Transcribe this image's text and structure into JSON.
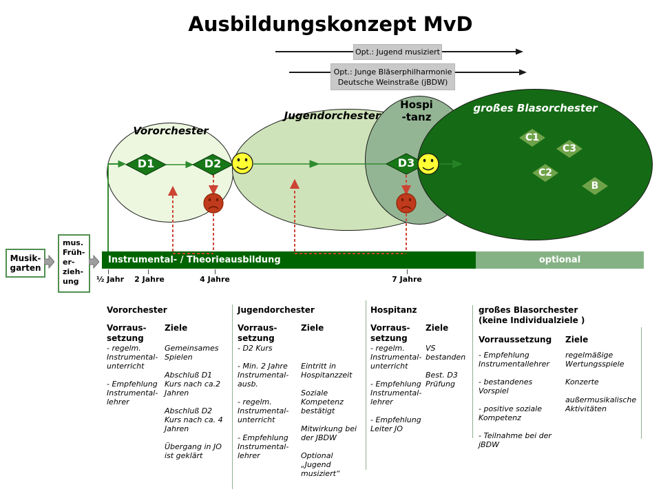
{
  "title": "Ausbildungskonzept MvD",
  "opt_arrows": {
    "jugend_musiziert": "Opt.: Jugend musiziert",
    "jbdw_line1": "Opt.: Junge Bläserphilharmonie",
    "jbdw_line2": "Deutsche Weinstraße (jBDW)"
  },
  "ellipses": {
    "vororchester": "Vororchester",
    "jugendorchester": "Jugendorchester",
    "hospitanz_line1": "Hospi",
    "hospitanz_line2": "-tanz",
    "blasorchester": "großes Blasorchester"
  },
  "milestones": {
    "d1": "D1",
    "d2": "D2",
    "d3": "D3"
  },
  "levels": {
    "c1": "C1",
    "c2": "C2",
    "c3": "C3",
    "b": "B"
  },
  "entry": {
    "musikgarten_line1": "Musik-",
    "musikgarten_line2": "garten",
    "frueherziehung_lines": [
      "mus.",
      "Früh-",
      "er-",
      "zieh-",
      "ung"
    ]
  },
  "timeline": {
    "main_label": "Instrumental- / Theorieausbildung",
    "optional_label": "optional",
    "ticks": [
      "½ Jahr",
      "2 Jahre",
      "4 Jahre",
      "7 Jahre"
    ]
  },
  "colors": {
    "bar_dark_green": "#006400",
    "bar_optional_green": "#85b285",
    "orchestra_dark_green": "#156b15",
    "milestone_diamond_green": "#187818",
    "level_diamond_green": "#6fa34a",
    "smiley_yellow": "#ffff33",
    "sad_face_red": "#c03a1d",
    "dashed_arrow_red": "#cc4433",
    "flow_arrow_green": "#2e8b2e"
  },
  "table": {
    "columns": [
      {
        "title": "Vororchester",
        "subtitle": "",
        "vorr_header": "Vorraus-setzung",
        "ziele_header": "Ziele",
        "vorraussetzung": [
          "- regelm. Instrumental-unterricht",
          "- Empfehlung Instrumental-lehrer"
        ],
        "ziele": [
          "Gemeinsames Spielen",
          "Abschluß D1 Kurs nach ca.2 Jahren",
          "Abschluß D2 Kurs nach ca. 4 Jahren",
          "Übergang in JO ist geklärt"
        ]
      },
      {
        "title": "Jugendorchester",
        "subtitle": "",
        "vorr_header": "Vorraus-setzung",
        "ziele_header": "Ziele",
        "vorraussetzung": [
          "- D2 Kurs",
          "- Min. 2 Jahre Instrumental-ausb.",
          "- regelm. Instrumental-unterricht",
          "- Empfehlung Instrumental-lehrer"
        ],
        "ziele": [
          "Eintritt in Hospitanzzeit",
          "Soziale Kompetenz bestätigt",
          "Mitwirkung bei der JBDW",
          "Optional „Jugend musiziert“"
        ]
      },
      {
        "title": "Hospitanz",
        "subtitle": "",
        "vorr_header": "Vorraus-setzung",
        "ziele_header": "Ziele",
        "vorraussetzung": [
          "- regelm. Instrumental-unterricht",
          "- Empfehlung Instrumental-lehrer",
          "- Empfehlung Leiter JO"
        ],
        "ziele": [
          "VS bestanden",
          "Best. D3 Prüfung"
        ]
      },
      {
        "title": "großes Blasorchester",
        "subtitle": " (keine Individualziele )",
        "vorr_header": "Vorraussetzung",
        "ziele_header": "Ziele",
        "vorraussetzung": [
          "- Empfehlung Instrumentallehrer",
          "- bestandenes Vorspiel",
          "- positive  soziale Kompetenz",
          "- Teilnahme bei der jBDW"
        ],
        "ziele": [
          "regelmäßige Wertungsspiele",
          "Konzerte",
          "außermusikalische Aktivitäten"
        ]
      }
    ]
  }
}
